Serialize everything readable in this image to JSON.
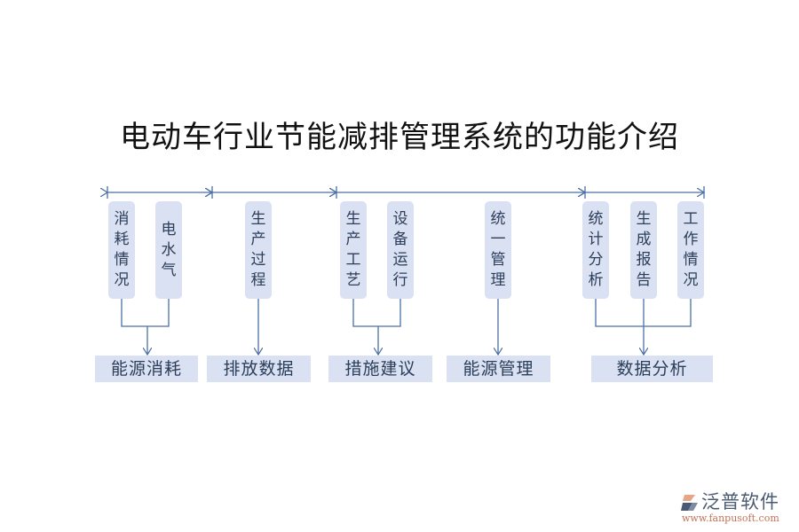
{
  "title": "电动车行业节能减排管理系统的功能介绍",
  "colors": {
    "box_fill": "#d9e1f2",
    "line": "#4a6fa5",
    "text": "#2c3e5a"
  },
  "groups": [
    {
      "name": "能源消耗",
      "items": [
        {
          "label": "消耗情况",
          "chars": [
            "消",
            "耗",
            "情",
            "况"
          ]
        },
        {
          "label": "电水气",
          "chars": [
            "电",
            "水",
            "气"
          ]
        }
      ]
    },
    {
      "name": "排放数据",
      "items": [
        {
          "label": "生产过程",
          "chars": [
            "生",
            "产",
            "过",
            "程"
          ]
        }
      ]
    },
    {
      "name": "措施建议",
      "items": [
        {
          "label": "生产工艺",
          "chars": [
            "生",
            "产",
            "工",
            "艺"
          ]
        },
        {
          "label": "设备运行",
          "chars": [
            "设",
            "备",
            "运",
            "行"
          ]
        }
      ]
    },
    {
      "name": "能源管理",
      "items": [
        {
          "label": "统一管理",
          "chars": [
            "统",
            "一",
            "管",
            "理"
          ]
        }
      ]
    },
    {
      "name": "数据分析",
      "items": [
        {
          "label": "统计分析",
          "chars": [
            "统",
            "计",
            "分",
            "析"
          ]
        },
        {
          "label": "生成报告",
          "chars": [
            "生",
            "成",
            "报",
            "告"
          ]
        },
        {
          "label": "工作情况",
          "chars": [
            "工",
            "作",
            "情",
            "况"
          ]
        }
      ]
    }
  ],
  "logo": {
    "name": "泛普软件",
    "url": "www.fanpusoft.com",
    "icon": "fanpu-logo-icon"
  }
}
